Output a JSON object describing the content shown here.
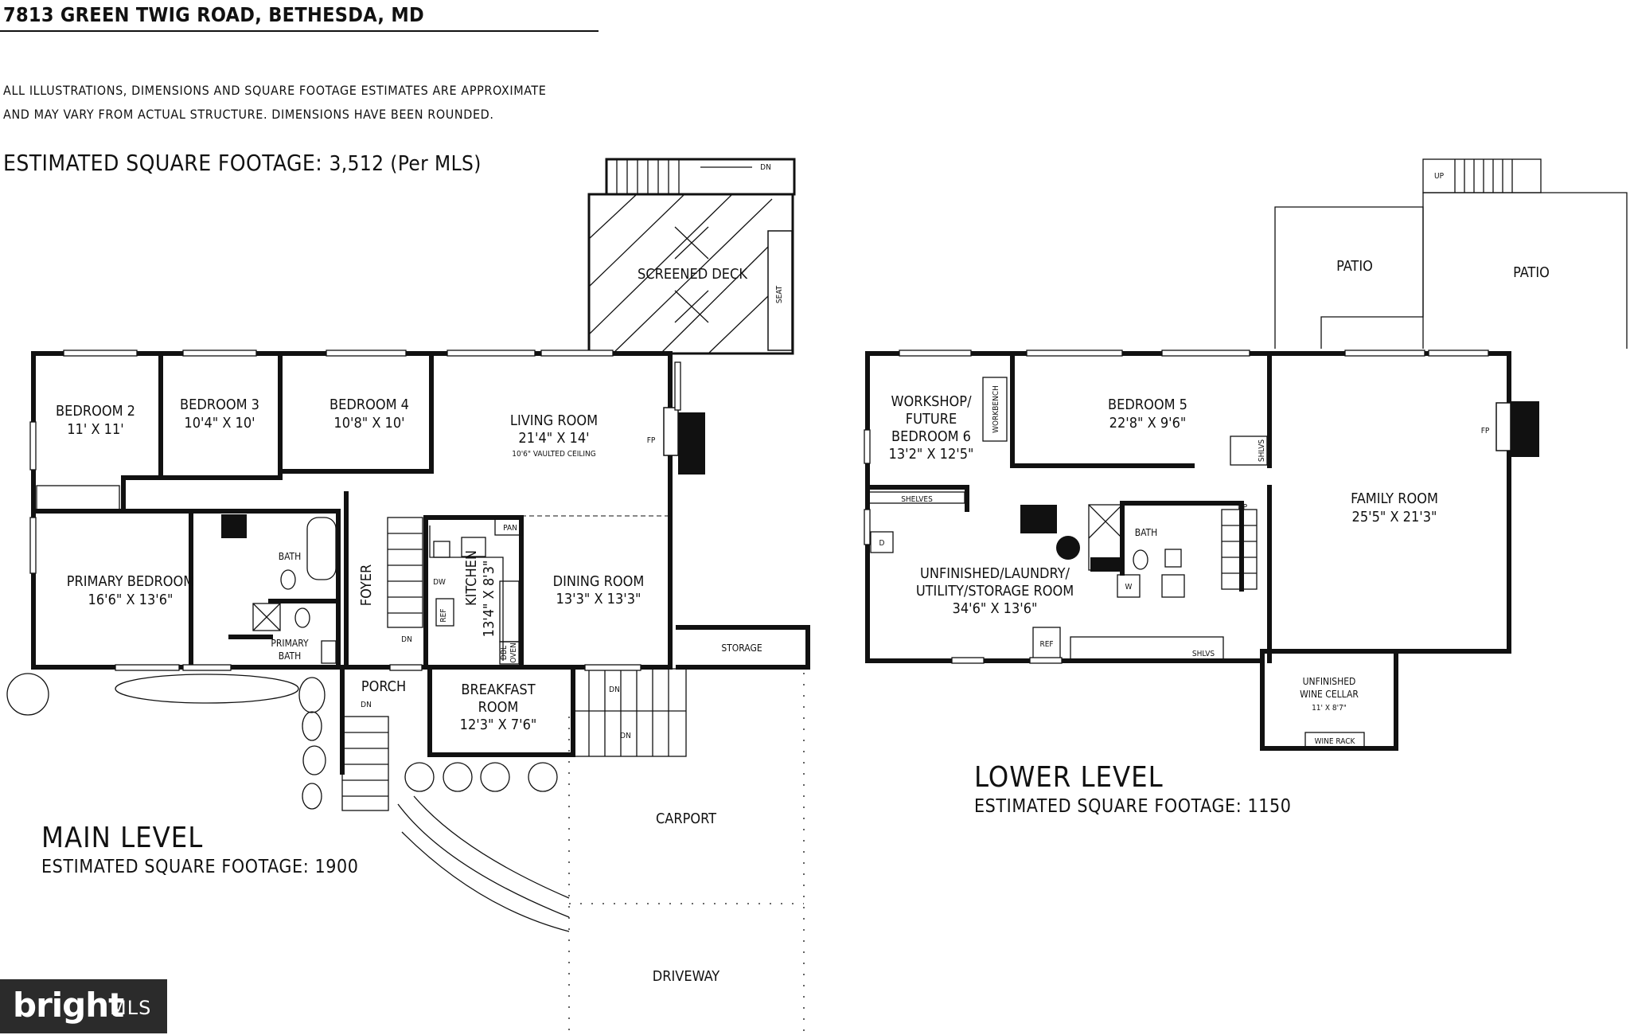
{
  "header": {
    "address": "7813 GREEN TWIG ROAD, BETHESDA, MD",
    "disclaimer_line1": "ALL ILLUSTRATIONS, DIMENSIONS AND SQUARE FOOTAGE ESTIMATES ARE APPROXIMATE",
    "disclaimer_line2": "AND MAY VARY FROM ACTUAL STRUCTURE. DIMENSIONS HAVE BEEN ROUNDED.",
    "total_sqft_label": "ESTIMATED SQUARE FOOTAGE: ",
    "total_sqft_value": "3,512 (Per MLS)"
  },
  "main_level": {
    "title": "MAIN LEVEL",
    "sqft": "ESTIMATED SQUARE FOOTAGE: 1900",
    "rooms": {
      "bedroom2": {
        "name": "BEDROOM 2",
        "dims": "11' X 11'"
      },
      "bedroom3": {
        "name": "BEDROOM 3",
        "dims": "10'4\" X 10'"
      },
      "bedroom4": {
        "name": "BEDROOM 4",
        "dims": "10'8\" X 10'"
      },
      "living": {
        "name": "LIVING ROOM",
        "dims": "21'4\" X 14'",
        "note": "10'6\" VAULTED CEILING"
      },
      "primary": {
        "name": "PRIMARY BEDROOM",
        "dims": "16'6\" X 13'6\""
      },
      "bath": {
        "name": "BATH"
      },
      "primary_bath1": {
        "name": "PRIMARY"
      },
      "primary_bath2": {
        "name": "BATH"
      },
      "foyer": {
        "name": "FOYER"
      },
      "kitchen": {
        "name": "KITCHEN",
        "dims": "13'4\" X 8'3\""
      },
      "dining": {
        "name": "DINING ROOM",
        "dims": "13'3\" X 13'3\""
      },
      "breakfast1": {
        "name": "BREAKFAST"
      },
      "breakfast2": {
        "name": "ROOM",
        "dims": "12'3\" X 7'6\""
      },
      "porch": {
        "name": "PORCH"
      },
      "storage": {
        "name": "STORAGE"
      },
      "carport": {
        "name": "CARPORT"
      },
      "driveway": {
        "name": "DRIVEWAY"
      },
      "screened_deck": {
        "name": "SCREENED DECK"
      }
    },
    "fixtures": {
      "fp": "FP",
      "pan": "PAN",
      "dw": "DW",
      "ref": "REF",
      "dbl": "DBL",
      "oven": "OVEN",
      "dn": "DN",
      "seat": "SEAT"
    }
  },
  "lower_level": {
    "title": "LOWER LEVEL",
    "sqft": "ESTIMATED SQUARE FOOTAGE: 1150",
    "rooms": {
      "workshop1": {
        "name": "WORKSHOP/"
      },
      "workshop2": {
        "name": "FUTURE"
      },
      "workshop3": {
        "name": "BEDROOM 6",
        "dims": "13'2\" X 12'5\""
      },
      "bedroom5": {
        "name": "BEDROOM 5",
        "dims": "22'8\" X 9'6\""
      },
      "family": {
        "name": "FAMILY ROOM",
        "dims": "25'5\" X 21'3\""
      },
      "laundry1": {
        "name": "UNFINISHED/LAUNDRY/"
      },
      "laundry2": {
        "name": "UTILITY/STORAGE ROOM",
        "dims": "34'6\" X 13'6\""
      },
      "bath": {
        "name": "BATH"
      },
      "patio_left": {
        "name": "PATIO"
      },
      "patio_right": {
        "name": "PATIO"
      },
      "wine1": {
        "name": "UNFINISHED"
      },
      "wine2": {
        "name": "WINE CELLAR",
        "dims": "11' X 8'7\""
      }
    },
    "fixtures": {
      "workbench": "WORKBENCH",
      "shelves": "SHELVES",
      "shlvs": "SHLVS",
      "fp": "FP",
      "ref": "REF",
      "d": "D",
      "w": "W",
      "up": "UP",
      "wine_rack": "WINE RACK"
    }
  },
  "logo": {
    "brand": "bright",
    "suffix": "MLS"
  }
}
